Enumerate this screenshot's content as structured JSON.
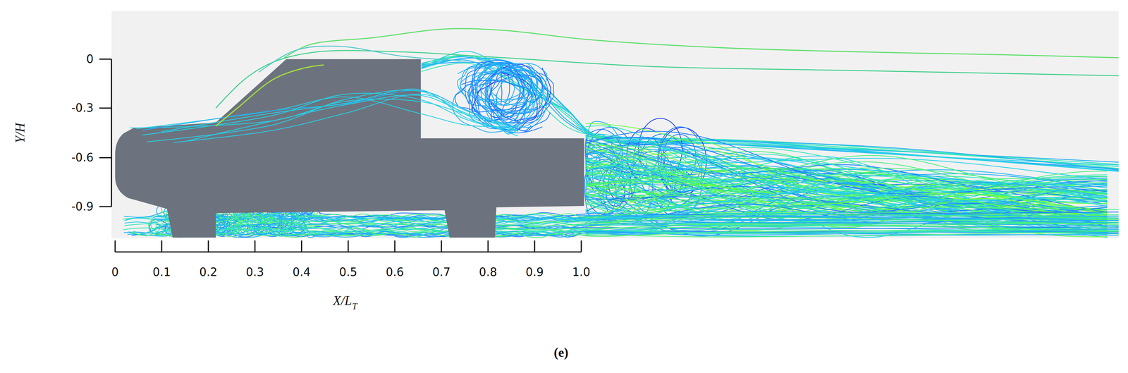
{
  "diagram": {
    "caption": "(e)",
    "labels": [
      "0",
      "-0.3",
      "-0.6",
      "-0.9",
      "Y/H",
      "0",
      "0.1",
      "0.2",
      "0.3",
      "0.4",
      "0.5",
      "0.6",
      "0.7",
      "0.8",
      "0.9",
      "1.0",
      "X/L",
      "T"
    ]
  }
}
